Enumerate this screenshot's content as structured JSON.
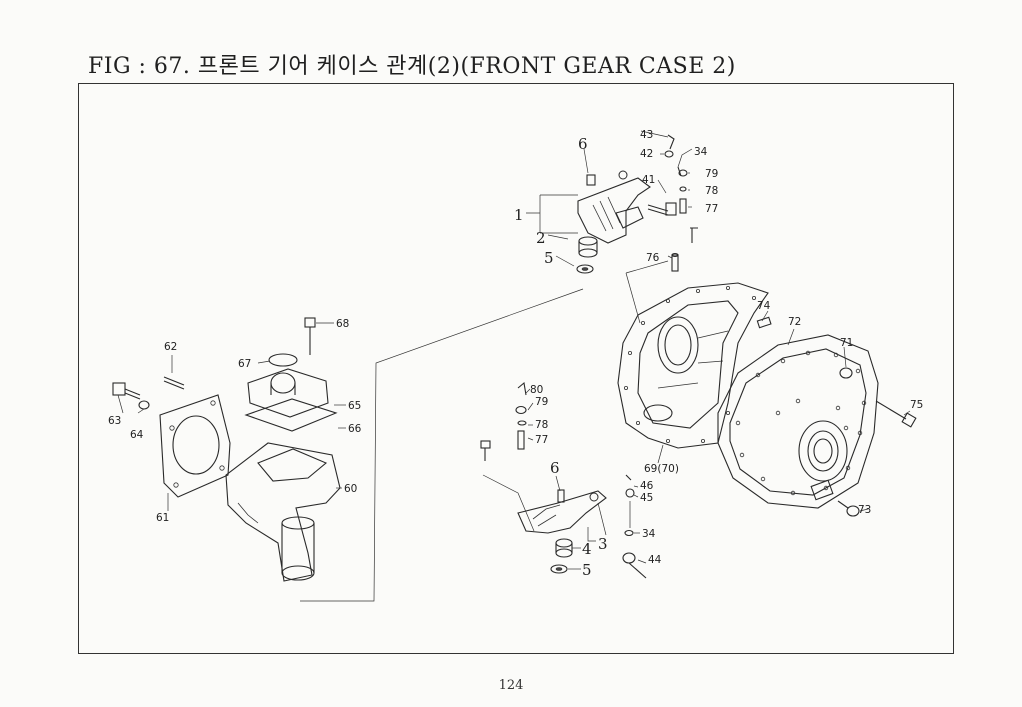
{
  "figure": {
    "title": "FIG : 67. 프론트 기어 케이스 관계(2)(FRONT GEAR CASE 2)",
    "page_number": "124"
  },
  "callouts": [
    {
      "id": "c43",
      "text": "43"
    },
    {
      "id": "c42",
      "text": "42"
    },
    {
      "id": "c34a",
      "text": "34"
    },
    {
      "id": "c6a",
      "text": "6"
    },
    {
      "id": "c41",
      "text": "41"
    },
    {
      "id": "c79a",
      "text": "79"
    },
    {
      "id": "c78a",
      "text": "78"
    },
    {
      "id": "c77a",
      "text": "77"
    },
    {
      "id": "c1",
      "text": "1"
    },
    {
      "id": "c2",
      "text": "2"
    },
    {
      "id": "c5a",
      "text": "5"
    },
    {
      "id": "c76",
      "text": "76"
    },
    {
      "id": "c74",
      "text": "74"
    },
    {
      "id": "c72",
      "text": "72"
    },
    {
      "id": "c71",
      "text": "71"
    },
    {
      "id": "c75",
      "text": "75"
    },
    {
      "id": "c73",
      "text": "73"
    },
    {
      "id": "c69",
      "text": "69(70)"
    },
    {
      "id": "c68",
      "text": "68"
    },
    {
      "id": "c62",
      "text": "62"
    },
    {
      "id": "c67",
      "text": "67"
    },
    {
      "id": "c65",
      "text": "65"
    },
    {
      "id": "c66",
      "text": "66"
    },
    {
      "id": "c63",
      "text": "63"
    },
    {
      "id": "c64",
      "text": "64"
    },
    {
      "id": "c60",
      "text": "60"
    },
    {
      "id": "c61",
      "text": "61"
    },
    {
      "id": "c80",
      "text": "80"
    },
    {
      "id": "c79b",
      "text": "79"
    },
    {
      "id": "c78b",
      "text": "78"
    },
    {
      "id": "c77b",
      "text": "77"
    },
    {
      "id": "c6b",
      "text": "6"
    },
    {
      "id": "c46",
      "text": "46"
    },
    {
      "id": "c45",
      "text": "45"
    },
    {
      "id": "c34b",
      "text": "34"
    },
    {
      "id": "c3",
      "text": "3"
    },
    {
      "id": "c4",
      "text": "4"
    },
    {
      "id": "c5b",
      "text": "5"
    },
    {
      "id": "c44",
      "text": "44"
    }
  ]
}
